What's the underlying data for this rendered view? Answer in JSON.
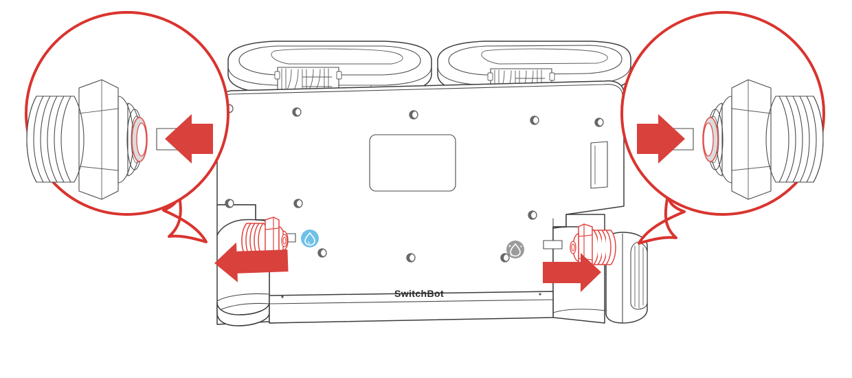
{
  "figure": {
    "kind": "technical-line-illustration",
    "subject": "SwitchBot water station rear view with two hose connector callouts",
    "brand_label": "SwitchBot",
    "background_color": "#ffffff",
    "line_color": "#3b3b3b",
    "accent_red": "#d9413c",
    "callout_ring_color": "#d9342f",
    "gasket_color": "#dcdcdc"
  },
  "device": {
    "name": "water-station-body",
    "top_tanks": [
      {
        "name": "left-water-tank",
        "handle": "recessed-handle"
      },
      {
        "name": "right-water-tank",
        "handle": "recessed-handle"
      }
    ],
    "center_panel": {
      "name": "blank-label-panel",
      "text": ""
    },
    "brand_text": "SwitchBot",
    "screws": 12,
    "ports": [
      {
        "name": "clean-water-inlet-port",
        "side": "left",
        "connector_color": "#e0443f",
        "badge": {
          "name": "clean-water-badge",
          "color": "#6ec1e8",
          "icon": "water-drop-icon"
        },
        "arrow_direction": "left"
      },
      {
        "name": "dirty-water-outlet-port",
        "side": "right",
        "connector_color": "#e0443f",
        "badge": {
          "name": "dirty-water-badge",
          "color": "#9b9b9b",
          "icon": "dirty-water-drop-icon"
        },
        "arrow_direction": "right"
      }
    ]
  },
  "callouts": [
    {
      "name": "left-connector-callout",
      "position": "top-left",
      "shows": "threaded-hose-connector-with-gasket",
      "arrow_direction": "left",
      "arrow_meaning": "push-connector-in",
      "parts": [
        "threaded-barrel",
        "hex-nut",
        "collar",
        "rubber-gasket-ring",
        "hose-stem"
      ]
    },
    {
      "name": "right-connector-callout",
      "position": "top-right",
      "shows": "threaded-hose-connector-with-gasket",
      "arrow_direction": "right",
      "arrow_meaning": "push-connector-in",
      "parts": [
        "hose-stem",
        "rubber-gasket-ring",
        "collar",
        "hex-nut",
        "threaded-barrel"
      ]
    }
  ]
}
